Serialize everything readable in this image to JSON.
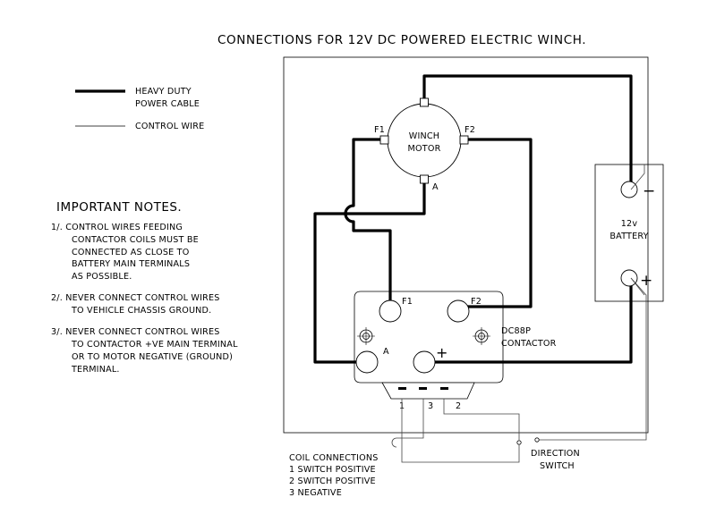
{
  "title": "CONNECTIONS FOR 12V DC POWERED ELECTRIC WINCH.",
  "legend": {
    "heavy_line1": "HEAVY DUTY",
    "heavy_line2": "POWER CABLE",
    "control": "CONTROL WIRE"
  },
  "notes": {
    "heading": "IMPORTANT NOTES.",
    "lines": [
      "1/. CONTROL WIRES FEEDING",
      "CONTACTOR COILS MUST BE",
      "CONNECTED AS CLOSE TO",
      "BATTERY MAIN TERMINALS",
      "AS POSSIBLE.",
      "2/. NEVER CONNECT CONTROL WIRES",
      "TO VEHICLE CHASSIS GROUND.",
      "3/. NEVER CONNECT CONTROL WIRES",
      "TO CONTACTOR +VE MAIN TERMINAL",
      "OR TO MOTOR NEGATIVE (GROUND)",
      "TERMINAL."
    ]
  },
  "motor": {
    "label1": "WINCH",
    "label2": "MOTOR",
    "f1": "F1",
    "f2": "F2",
    "a": "A"
  },
  "battery": {
    "label1": "12v",
    "label2": "BATTERY",
    "minus": "−",
    "plus": "+"
  },
  "contactor": {
    "label1": "DC88P",
    "label2": "CONTACTOR",
    "f1": "F1",
    "f2": "F2",
    "a": "A",
    "plus": "+",
    "pin1": "1",
    "pin3": "3",
    "pin2": "2"
  },
  "switch": {
    "label1": "DIRECTION",
    "label2": "SWITCH"
  },
  "coil": {
    "heading": "COIL CONNECTIONS",
    "items": [
      "1 SWITCH POSITIVE",
      "2 SWITCH POSITIVE",
      "3 NEGATIVE"
    ]
  }
}
